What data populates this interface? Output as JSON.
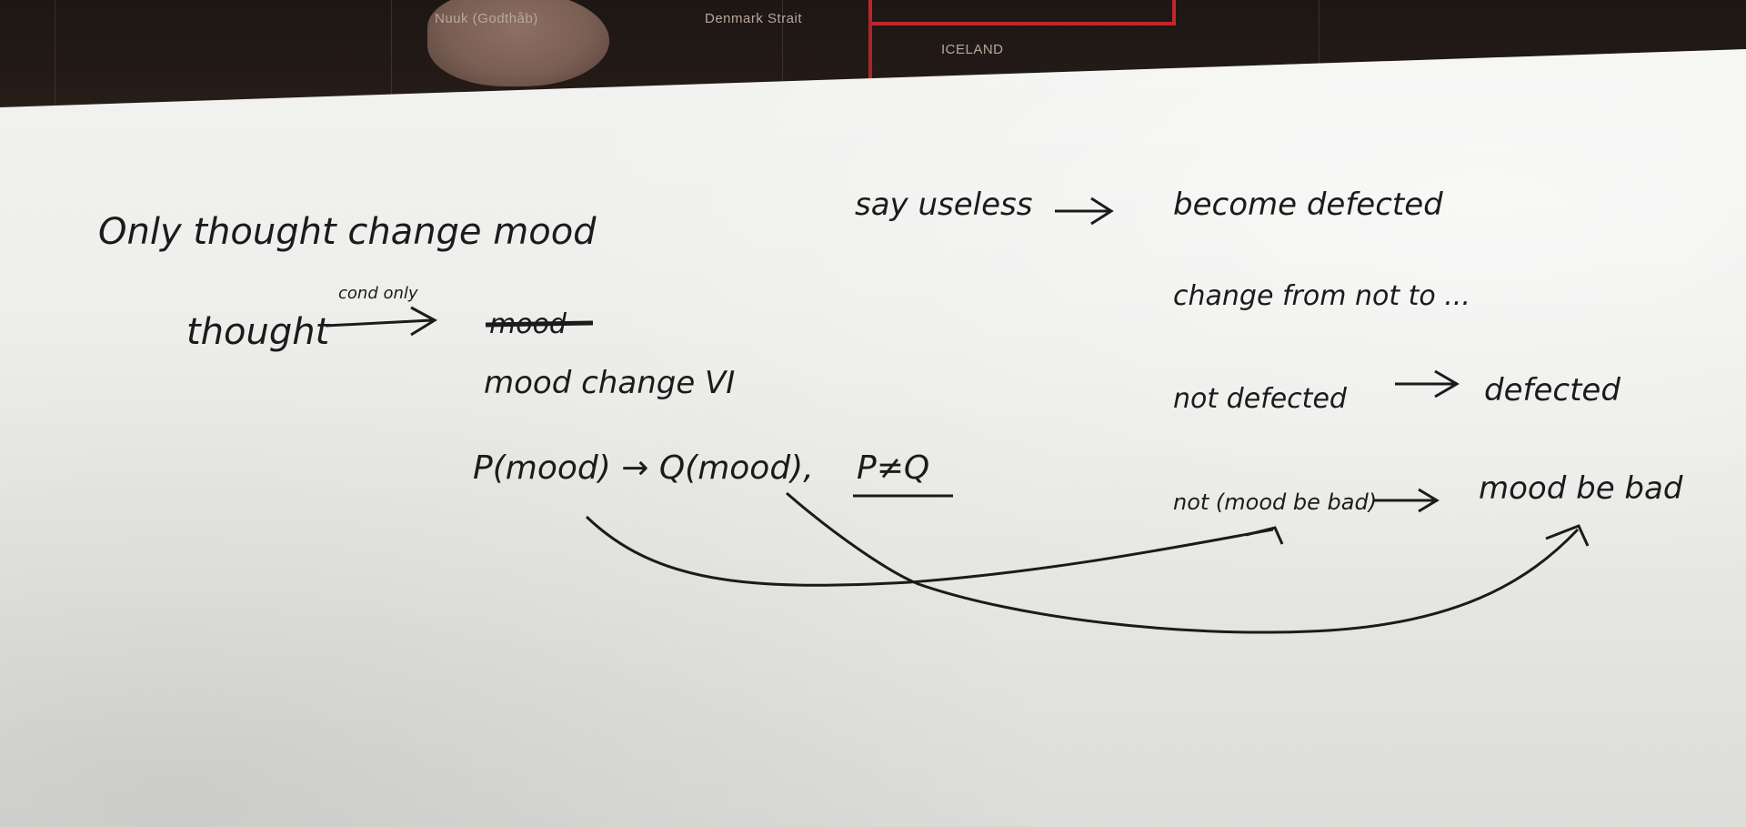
{
  "map": {
    "labels": [
      "Nuuk (Godthåb)",
      "Denmark Strait",
      "ICELAND"
    ]
  },
  "note": {
    "line1_left": "Only thought change mood",
    "line1_right_a": "say useless",
    "line1_right_b": "become defected",
    "line2_left": "thought",
    "arrow_annotation": "cond only",
    "struck_word": "mood",
    "line2_right": "change from not to ...",
    "line3_left": "mood change VI",
    "line3_right_a": "not defected",
    "line3_right_b": "defected",
    "line4_formula": "P(mood) → Q(mood),",
    "line4_underlined": "P≠Q",
    "line4_right_a": "not (mood be bad)",
    "line4_right_b": "mood be bad"
  }
}
